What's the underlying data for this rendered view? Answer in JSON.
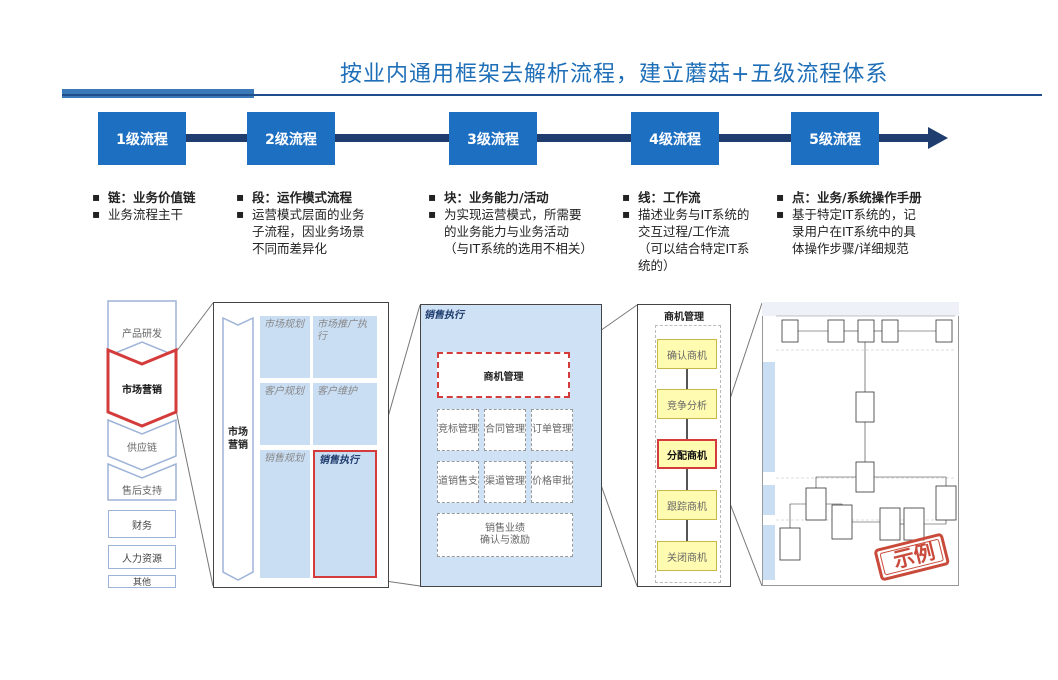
{
  "title": "按业内通用框架去解析流程，建立蘑菇+五级流程体系",
  "levels": [
    {
      "label": "1级流程",
      "head_prefix": "链：",
      "head_bold": "业务价值链",
      "bullets": [
        "业务流程主干"
      ],
      "extra": []
    },
    {
      "label": "2级流程",
      "head_prefix": "段：",
      "head_bold": "运作模式流程",
      "bullets": [
        "运营模式层面的业务",
        "子流程，因业务场景",
        "不同而差异化"
      ],
      "extra": []
    },
    {
      "label": "3级流程",
      "head_prefix": "块：",
      "head_bold": "业务能力/活动",
      "bullets": [
        "为实现运营模式，所需要",
        "的业务能力与业务活动",
        "（与IT系统的选用不相关）"
      ],
      "extra": []
    },
    {
      "label": "4级流程",
      "head_prefix": "线：",
      "head_bold": "工作流",
      "bullets": [
        "描述业务与IT系统的",
        "交互过程/工作流",
        "（可以结合特定IT系",
        "统的）"
      ],
      "extra": []
    },
    {
      "label": "5级流程",
      "head_prefix": "点：",
      "head_bold": "业务/系统操作手册",
      "bullets": [
        "基于特定IT系统的，记",
        "录用户在IT系统中的具",
        "体操作步骤/详细规范"
      ],
      "extra": []
    }
  ],
  "nav": {
    "chevrons": [
      "产品研发",
      "市场营销",
      "供应链",
      "售后支持"
    ],
    "boxes": [
      "财务",
      "人力资源",
      "其他"
    ]
  },
  "panel2": {
    "side_label": "市场\n营销",
    "cells": [
      "市场规划",
      "市场推广执行",
      "客户规划",
      "客户维护",
      "销售规划",
      "销售执行"
    ]
  },
  "panel3": {
    "title": "销售执行",
    "highlight": "商机管理",
    "boxes": [
      "竞标管理",
      "合同管理",
      "订单管理",
      "渠道销售支持",
      "渠道管理",
      "价格审批",
      "销售业绩\n确认与激励"
    ]
  },
  "panel4": {
    "title": "商机管理",
    "steps": [
      "确认商机",
      "竞争分析",
      "分配商机",
      "跟踪商机",
      "关闭商机"
    ],
    "highlight_index": 2
  },
  "panel5": {
    "stamp": "示例"
  },
  "colors": {
    "accent": "#1d6fc2",
    "dark": "#1f3d6e",
    "highlight": "#d43b3b",
    "cell": "#c9ddf3"
  }
}
